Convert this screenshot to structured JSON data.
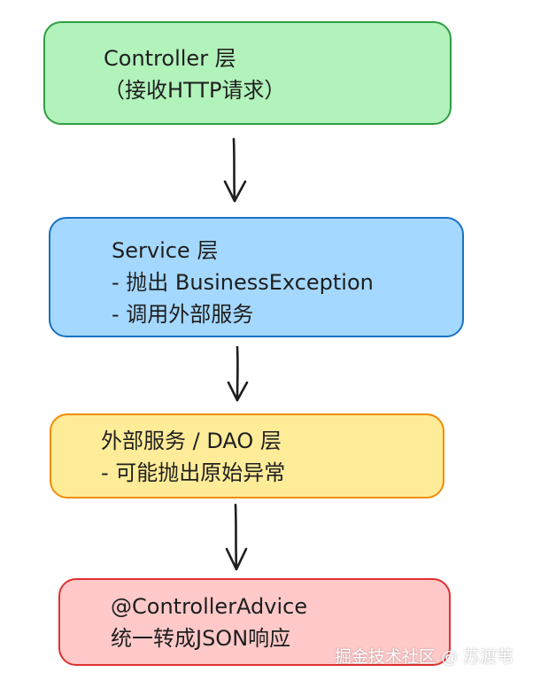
{
  "nodes": [
    {
      "id": "controller",
      "lines": [
        "Controller 层",
        "（接收HTTP请求）"
      ],
      "fill": "#b2f2bb",
      "stroke": "#2f9e44"
    },
    {
      "id": "service",
      "lines": [
        "Service 层",
        "- 抛出 BusinessException",
        "- 调用外部服务"
      ],
      "fill": "#a5d8ff",
      "stroke": "#1971c2"
    },
    {
      "id": "dao",
      "lines": [
        "外部服务 / DAO 层",
        "- 可能抛出原始异常"
      ],
      "fill": "#ffec99",
      "stroke": "#f08c00"
    },
    {
      "id": "advice",
      "lines": [
        "@ControllerAdvice",
        "统一转成JSON响应"
      ],
      "fill": "#ffc9c9",
      "stroke": "#e03131"
    }
  ],
  "edges": [
    {
      "from": "controller",
      "to": "service"
    },
    {
      "from": "service",
      "to": "dao"
    },
    {
      "from": "dao",
      "to": "advice"
    }
  ],
  "watermark": "掘金技术社区 @ 苏渡苇"
}
